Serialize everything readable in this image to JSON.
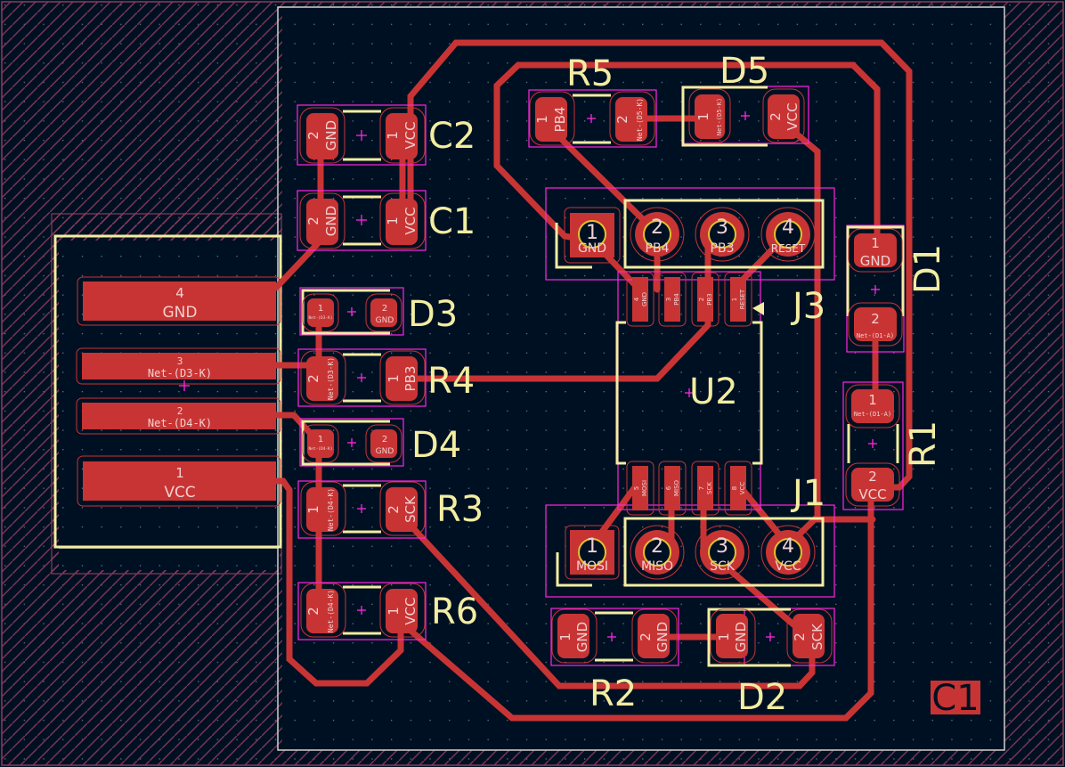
{
  "app": {
    "view": "PCB editor canvas (F.Cu layer)"
  },
  "colors": {
    "background": "#001023",
    "copper": "#c83434",
    "silkscreen": "#f2eda1",
    "courtyard": "#ff26e2",
    "board_edge": "#d0d2cd",
    "keepout_hatch": "#8b3a5a",
    "drill_ring": "#e0c12f"
  },
  "components": {
    "C2": {
      "ref": "C2",
      "pads": [
        {
          "num": "2",
          "net": "GND"
        },
        {
          "num": "1",
          "net": "VCC"
        }
      ]
    },
    "C1": {
      "ref": "C1",
      "pads": [
        {
          "num": "2",
          "net": "GND"
        },
        {
          "num": "1",
          "net": "VCC"
        }
      ]
    },
    "D3": {
      "ref": "D3",
      "pads": [
        {
          "num": "1",
          "net": "Net-(D3-K)"
        },
        {
          "num": "2",
          "net": "GND"
        }
      ]
    },
    "R4": {
      "ref": "R4",
      "pads": [
        {
          "num": "2",
          "net": "Net-(D3-K)"
        },
        {
          "num": "1",
          "net": "PB3"
        }
      ]
    },
    "D4": {
      "ref": "D4",
      "pads": [
        {
          "num": "1",
          "net": "Net-(D4-K)"
        },
        {
          "num": "2",
          "net": "GND"
        }
      ]
    },
    "R3": {
      "ref": "R3",
      "pads": [
        {
          "num": "1",
          "net": "Net-(D4-K)"
        },
        {
          "num": "2",
          "net": "SCK"
        }
      ]
    },
    "R6": {
      "ref": "R6",
      "pads": [
        {
          "num": "2",
          "net": "Net-(D4-K)"
        },
        {
          "num": "1",
          "net": "VCC"
        }
      ]
    },
    "R5": {
      "ref": "R5",
      "pads": [
        {
          "num": "1",
          "net": "PB4"
        },
        {
          "num": "2",
          "net": "Net-(D5-K)"
        }
      ]
    },
    "D5": {
      "ref": "D5",
      "pads": [
        {
          "num": "1",
          "net": "Net-(D5-K)"
        },
        {
          "num": "2",
          "net": "VCC"
        }
      ]
    },
    "J3": {
      "ref": "J3",
      "pads": [
        {
          "num": "1",
          "net": "GND"
        },
        {
          "num": "2",
          "net": "PB4"
        },
        {
          "num": "3",
          "net": "PB3"
        },
        {
          "num": "4",
          "net": "RESET"
        }
      ]
    },
    "J1": {
      "ref": "J1",
      "pads": [
        {
          "num": "1",
          "net": "MOSI"
        },
        {
          "num": "2",
          "net": "MISO"
        },
        {
          "num": "3",
          "net": "SCK"
        },
        {
          "num": "4",
          "net": "VCC"
        }
      ]
    },
    "U2": {
      "ref": "U2",
      "pads_top": [
        {
          "num": "4",
          "net": "GND"
        },
        {
          "num": "3",
          "net": "PB4"
        },
        {
          "num": "2",
          "net": "PB3"
        },
        {
          "num": "1",
          "net": "RESET"
        }
      ],
      "pads_bottom": [
        {
          "num": "5",
          "net": "MOSI"
        },
        {
          "num": "6",
          "net": "MISO"
        },
        {
          "num": "7",
          "net": "SCK"
        },
        {
          "num": "8",
          "net": "VCC"
        }
      ]
    },
    "D1": {
      "ref": "D1",
      "pads": [
        {
          "num": "1",
          "net": "GND"
        },
        {
          "num": "2",
          "net": "Net-(D1-A)"
        }
      ]
    },
    "R1": {
      "ref": "R1",
      "pads": [
        {
          "num": "1",
          "net": "Net-(D1-A)"
        },
        {
          "num": "2",
          "net": "VCC"
        }
      ]
    },
    "R2": {
      "ref": "R2",
      "pads": [
        {
          "num": "1",
          "net": "GND"
        },
        {
          "num": "2",
          "net": "GND"
        }
      ]
    },
    "D2": {
      "ref": "D2",
      "pads": [
        {
          "num": "1",
          "net": "GND"
        },
        {
          "num": "2",
          "net": "SCK"
        }
      ]
    },
    "USB": {
      "pads": [
        {
          "num": "4",
          "net": "GND"
        },
        {
          "num": "3",
          "net": "Net-(D3-K)"
        },
        {
          "num": "2",
          "net": "Net-(D4-K)"
        },
        {
          "num": "1",
          "net": "VCC"
        }
      ]
    },
    "selected_label": {
      "text": "C1"
    }
  }
}
